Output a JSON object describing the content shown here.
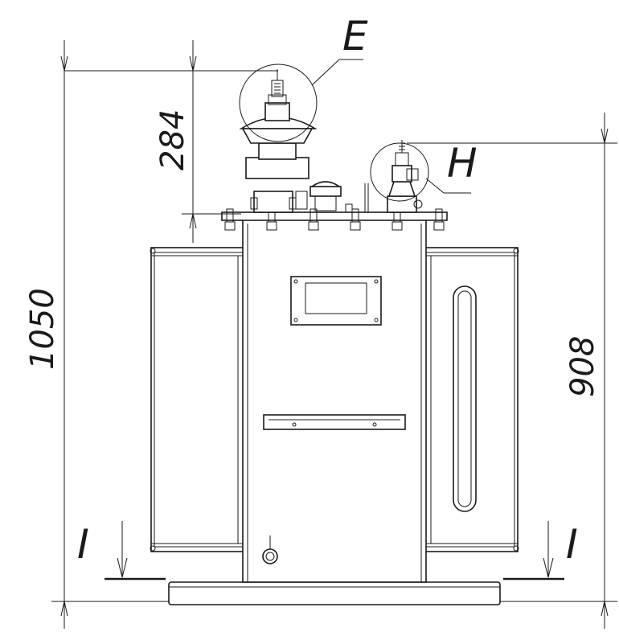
{
  "dimensions": {
    "total_height": "1050",
    "bushing_height": "284",
    "hv_terminal_height": "908"
  },
  "callouts": {
    "hv_bushing_label": "E",
    "lv_bushing_label": "H"
  },
  "section_marks": {
    "left": "I",
    "right": "I"
  }
}
